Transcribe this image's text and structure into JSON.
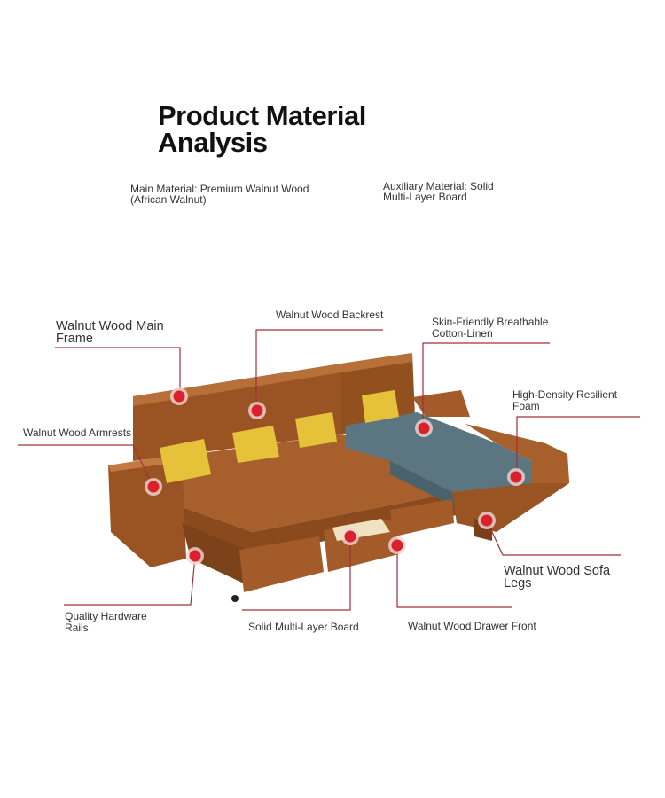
{
  "title": "Product Material\nAnalysis",
  "main_material": "Main Material: Premium Walnut Wood\n(African Walnut)",
  "auxiliary_material": "Auxiliary Material: Solid\nMulti-Layer Board",
  "labels": {
    "main_frame": "Walnut Wood Main\nFrame",
    "backrest": "Walnut Wood Backrest",
    "cotton_linen": "Skin-Friendly Breathable\nCotton-Linen",
    "foam": "High-Density Resilient\nFoam",
    "armrests": "Walnut Wood Armrests",
    "sofa_legs": "Walnut Wood Sofa\nLegs",
    "hardware_rails": "Quality Hardware\nRails",
    "multi_layer_board": "Solid Multi-Layer Board",
    "drawer_front": "Walnut Wood Drawer Front"
  },
  "colors": {
    "marker": "#d9202b",
    "leader": "#a0303a",
    "wood": "#a2592a",
    "cushion": "#5b7680",
    "pillow": "#e6c23a"
  }
}
